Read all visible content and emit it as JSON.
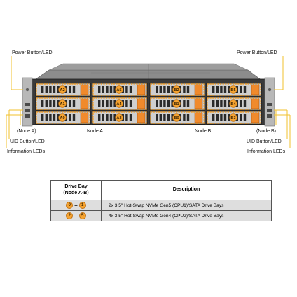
{
  "labels": {
    "power_left": "Power Button/LED",
    "power_right": "Power Button/LED",
    "node_a_paren": "(Node A)",
    "node_b_paren": "(Node B)",
    "node_a": "Node A",
    "node_b": "Node B",
    "uid_left": "UID Button/LED",
    "uid_right": "UID Button/LED",
    "info_left": "Information LEDs",
    "info_right": "Information LEDs"
  },
  "bays": {
    "row1": [
      "A2",
      "A5",
      "B2",
      "B5"
    ],
    "row2": [
      "A1",
      "A4",
      "B1",
      "B4"
    ],
    "row3": [
      "A0",
      "A3",
      "B0",
      "B3"
    ]
  },
  "colors": {
    "accent": "#f6a431",
    "callout_line": "#f2c22e",
    "chassis": "#8a8a8a",
    "table_row": "#dedede"
  },
  "table": {
    "headers": {
      "bay_line1": "Drive Bay",
      "bay_line2": "(Node A-B)",
      "desc": "Description"
    },
    "rows": [
      {
        "from": "0",
        "dash": "–",
        "to": "1",
        "desc": "2x 3.5\" Hot-Swap NVMe Gen5 (CPU1)/SATA Drive Bays"
      },
      {
        "from": "2",
        "dash": "–",
        "to": "5",
        "desc": "4x 3.5\" Hot-Swap NVMe Gen4 (CPU2)/SATA Drive Bays"
      }
    ]
  }
}
